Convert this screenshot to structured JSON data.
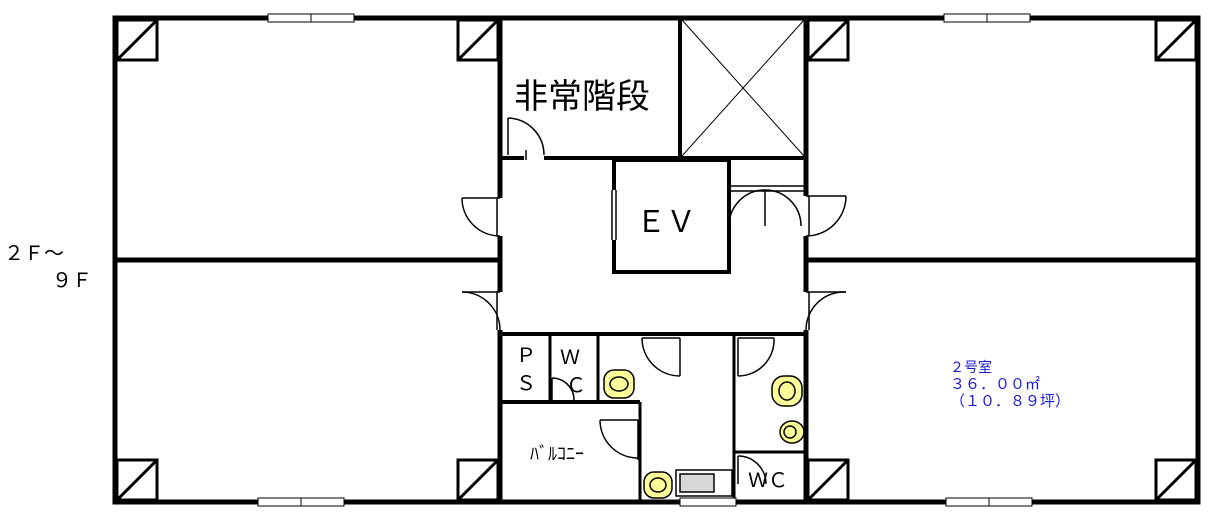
{
  "floor_label_line1": "２Ｆ～",
  "floor_label_line2": "９Ｆ",
  "rooms": {
    "stairs": "非常階段",
    "elevator": "ＥＶ",
    "ps_top": "Ｐ",
    "ps_bottom": "Ｓ",
    "wc_small_top": "Ｗ",
    "wc_small_bottom": "Ｃ",
    "balcony": "ﾊﾞﾙｺﾆｰ",
    "wc_right": "ＷＣ"
  },
  "unit": {
    "name": "２号室",
    "area_sqm": "３６．００㎡",
    "area_tsubo": "（１０．８９坪）"
  },
  "colors": {
    "wall": "#000000",
    "fixture": "#ffff99",
    "room_info_text": "#1a1ad6"
  }
}
